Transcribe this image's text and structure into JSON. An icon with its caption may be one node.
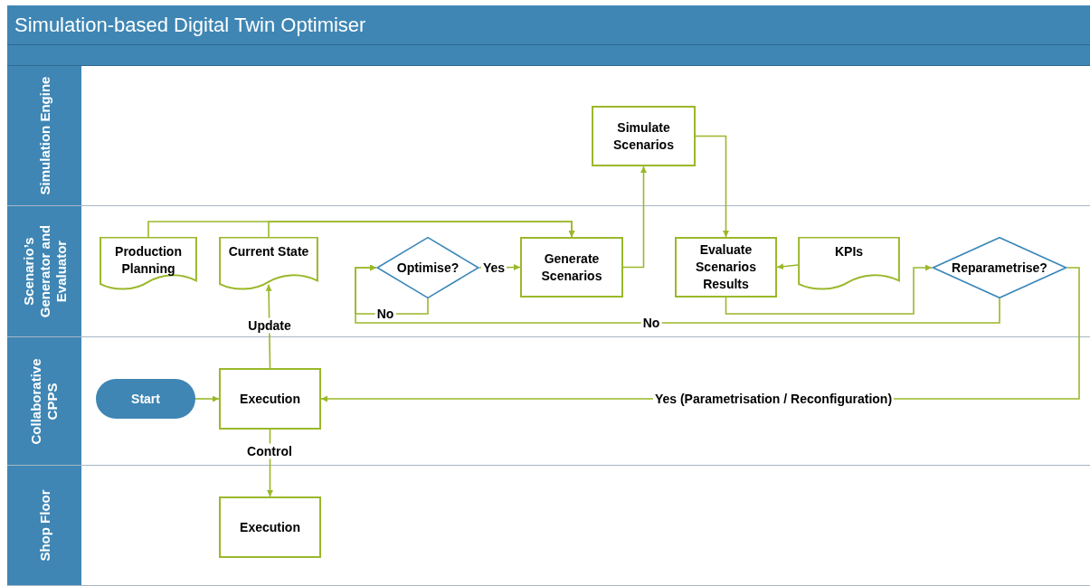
{
  "diagram": {
    "title": "Simulation-based Digital Twin Optimiser",
    "nodes": [
      {
        "text": [
          "Simulation Engine"
        ]
      },
      {
        "text": [
          "Scenario’s Generator and Evaluator"
        ]
      },
      {
        "text": [
          "Collaborative CPPS"
        ]
      },
      {
        "text": [
          "Shop Floor"
        ]
      },
      {
        "text": [
          "Simulate Scenarios"
        ],
        "in": 0
      },
      {
        "text": [
          "Production Planning"
        ],
        "in": 1
      },
      {
        "text": [
          "Current State"
        ],
        "in": 1
      },
      {
        "text": [
          "Optimise?"
        ],
        "in": 1
      },
      {
        "text": [
          "Generate Scenarios"
        ],
        "in": 1
      },
      {
        "text": [
          "Evaluate Scenarios Results"
        ],
        "in": 1
      },
      {
        "text": [
          "KPIs"
        ],
        "in": 1
      },
      {
        "text": [
          "Reparametrise?"
        ],
        "in": 1
      },
      {
        "text": [
          "Start"
        ],
        "in": 2
      },
      {
        "text": [
          "Execution"
        ],
        "in": 2
      },
      {
        "text": [
          "Execution"
        ],
        "in": 3
      }
    ],
    "edges": [
      {
        "from": 5,
        "to": 8,
        "arrow": "to"
      },
      {
        "from": 6,
        "to": 8,
        "arrow": "to"
      },
      {
        "from": 7,
        "to": 8,
        "arrow": "to",
        "label": "Yes"
      },
      {
        "from": 7,
        "to": 7,
        "arrow": "to",
        "label": "No"
      },
      {
        "from": 11,
        "to": 7,
        "arrow": "to",
        "label": "No"
      },
      {
        "from": 8,
        "to": 4,
        "arrow": "to"
      },
      {
        "from": 4,
        "to": 9,
        "arrow": "to"
      },
      {
        "from": 10,
        "to": 9,
        "arrow": "to"
      },
      {
        "from": 9,
        "to": 11,
        "arrow": "to"
      },
      {
        "from": 11,
        "to": 13,
        "arrow": "to",
        "label": "Yes (Parametrisation / Reconfiguration)"
      },
      {
        "from": 12,
        "to": 13,
        "arrow": "to"
      },
      {
        "from": 13,
        "to": 6,
        "arrow": "to",
        "label": "Update"
      },
      {
        "from": 13,
        "to": 14,
        "arrow": "to",
        "label": "Control"
      }
    ]
  }
}
